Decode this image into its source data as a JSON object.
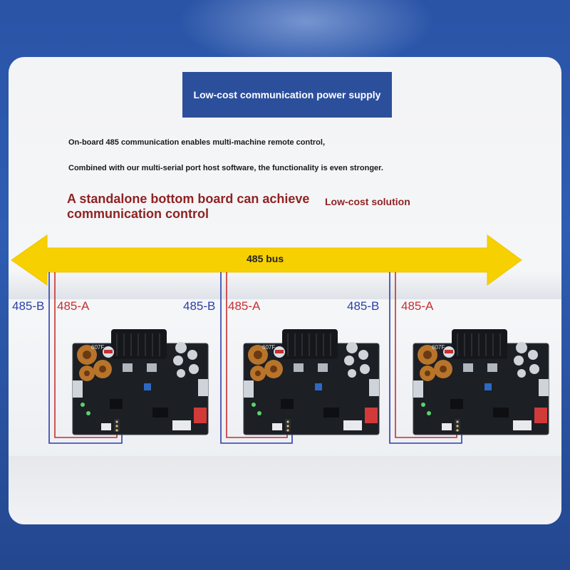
{
  "header": {
    "title": "Low-cost communication power supply"
  },
  "description": {
    "line1": "On-board 485 communication enables multi-machine remote control,",
    "line2": "Combined with our multi-serial port host software, the functionality is even stronger."
  },
  "highlight": {
    "title": "A standalone bottom board can achieve communication control",
    "subtitle": "Low-cost solution"
  },
  "bus": {
    "label": "485 bus"
  },
  "modules": [
    {
      "label_b": "485-B",
      "label_a": "485-A",
      "board_marking": "607F"
    },
    {
      "label_b": "485-B",
      "label_a": "485-A",
      "board_marking": "607F"
    },
    {
      "label_b": "485-B",
      "label_a": "485-A",
      "board_marking": "607F"
    }
  ],
  "colors": {
    "background": "#2e5db3",
    "header_box": "#2c4f9c",
    "highlight_text": "#8f2323",
    "bus_arrow": "#f6d000",
    "wire_b": "#2b3fa8",
    "wire_a": "#c62f2f",
    "pcb": "#1c1f24"
  }
}
